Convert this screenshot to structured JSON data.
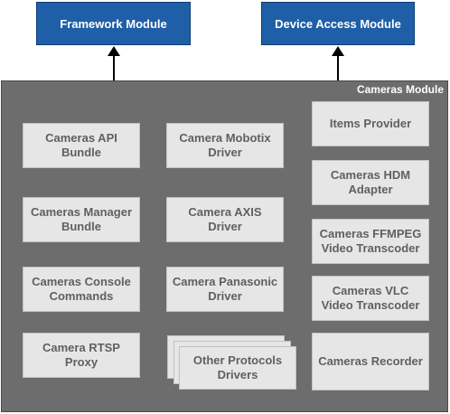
{
  "top_modules": {
    "framework": "Framework Module",
    "device_access": "Device Access Module"
  },
  "cameras_module": {
    "title": "Cameras Module",
    "components": {
      "api_bundle": "Cameras API Bundle",
      "manager_bundle": "Cameras Manager Bundle",
      "console_commands": "Cameras Console Commands",
      "rtsp_proxy": "Camera RTSP Proxy",
      "mobotix_driver": "Camera Mobotix Driver",
      "axis_driver": "Camera AXIS Driver",
      "panasonic_driver": "Camera Panasonic Driver",
      "other_protocols": "Other Protocols Drivers",
      "items_provider": "Items Provider",
      "hdm_adapter": "Cameras HDM Adapter",
      "ffmpeg_transcoder": "Cameras FFMPEG Video Transcoder",
      "vlc_transcoder": "Cameras VLC Video Transcoder",
      "recorder": "Cameras Recorder"
    }
  },
  "colors": {
    "top_box": "#1f5fa8",
    "module_bg": "#6d6d6d",
    "component_bg": "#e6e6e6",
    "component_text": "#606060"
  }
}
